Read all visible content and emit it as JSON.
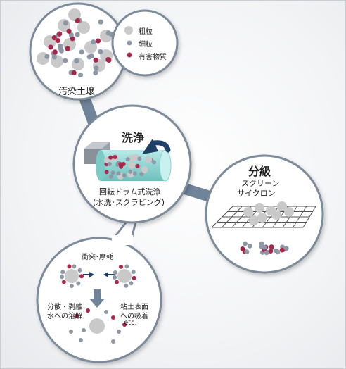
{
  "legend": {
    "coarse": "粗粒",
    "fine": "細粒",
    "harmful": "有害物質"
  },
  "nodes": {
    "soil": {
      "title": "汚染土壌"
    },
    "wash": {
      "title": "洗浄",
      "method_line1": "回転ドラム式洗浄",
      "method_line2": "(水洗･スクラビング)"
    },
    "classify": {
      "title": "分級",
      "method_line1": "スクリーン",
      "method_line2": "サイクロン"
    },
    "detail": {
      "impact": "衝突･摩耗",
      "disperse_line1": "分散・剥離",
      "disperse_line2": "水への溶解",
      "adsorb_line1": "粘土表面",
      "adsorb_line2": "への吸着",
      "adsorb_line3": "etc."
    }
  },
  "colors": {
    "coarse": "#c9c9c9",
    "fine": "#8d98a7",
    "harmful": "#a8264a",
    "connector": "#6f8399",
    "circle_border": "#7c8a99",
    "drum": "#8fd5d2",
    "arrow_dark": "#1f3f66"
  }
}
